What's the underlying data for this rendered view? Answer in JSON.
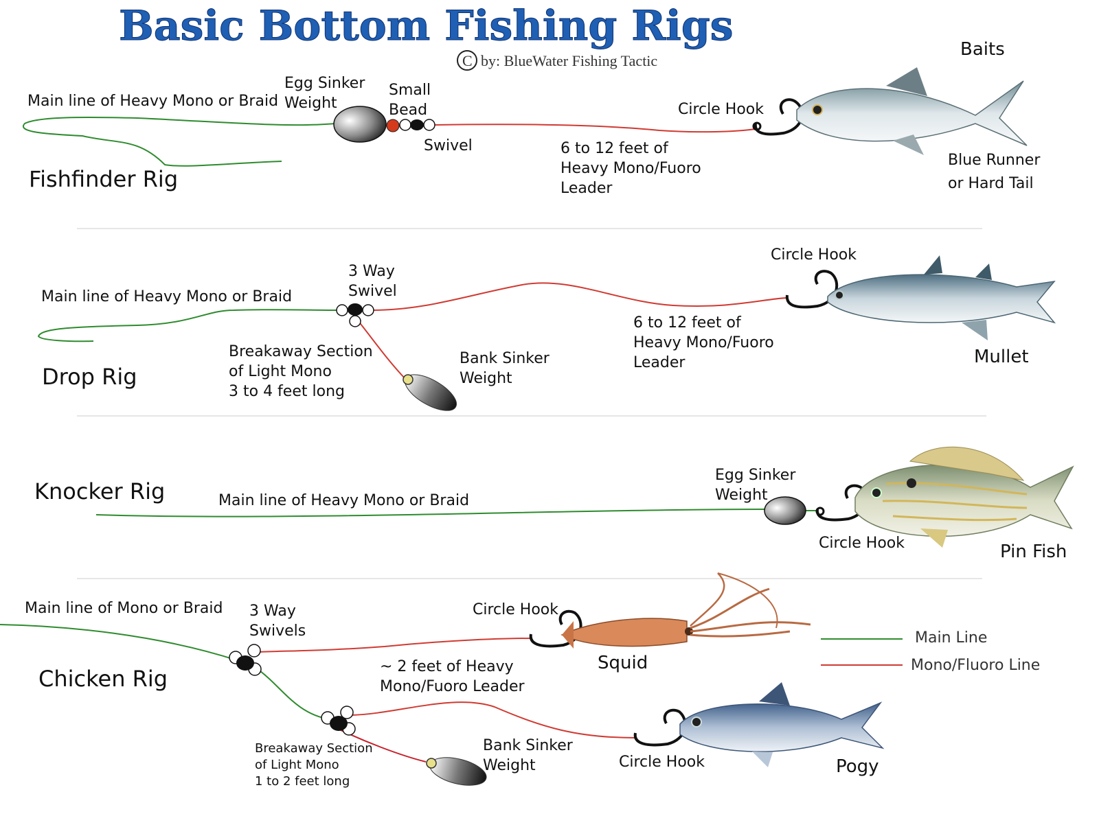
{
  "title": "Basic Bottom Fishing Rigs",
  "credit": {
    "symbol": "C",
    "text": "by: BlueWater Fishing Tactic"
  },
  "baits_header": "Baits",
  "colors": {
    "main_line": "#2e8b2e",
    "mono_line": "#d03a32",
    "title": "#1f5fb4",
    "bead": "#d53a1d"
  },
  "fishfinder": {
    "name": "Fishfinder Rig",
    "main_line": "Main line of Heavy Mono or Braid",
    "sinker": [
      "Egg Sinker",
      "Weight"
    ],
    "bead": [
      "Small",
      "Bead"
    ],
    "swivel": "Swivel",
    "hook": "Circle Hook",
    "leader": [
      "6 to 12 feet of",
      "Heavy Mono/Fuoro",
      "Leader"
    ],
    "bait": [
      "Blue Runner",
      "or Hard Tail"
    ]
  },
  "drop": {
    "name": "Drop Rig",
    "main_line": "Main line of Heavy Mono or Braid",
    "swivel": [
      "3 Way",
      "Swivel"
    ],
    "breakaway": [
      "Breakaway Section",
      "of Light  Mono",
      "3 to 4 feet long"
    ],
    "sinker": [
      "Bank Sinker",
      "Weight"
    ],
    "hook": "Circle Hook",
    "leader": [
      "6 to 12 feet of",
      "Heavy Mono/Fuoro",
      "Leader"
    ],
    "bait": "Mullet"
  },
  "knocker": {
    "name": "Knocker Rig",
    "main_line": "Main line of Heavy Mono or Braid",
    "sinker": [
      "Egg Sinker",
      "Weight"
    ],
    "hook": "Circle Hook",
    "bait": "Pin Fish"
  },
  "chicken": {
    "name": "Chicken Rig",
    "main_line": "Main line of Mono or Braid",
    "swivels": [
      "3 Way",
      "Swivels"
    ],
    "hook_top": "Circle Hook",
    "leader": [
      "~ 2 feet of Heavy",
      "Mono/Fuoro Leader"
    ],
    "bait_top": "Squid",
    "breakaway": [
      "Breakaway Section",
      "of Light  Mono",
      "1 to 2 feet long"
    ],
    "sinker": [
      "Bank Sinker",
      "Weight"
    ],
    "hook_bottom": "Circle Hook",
    "bait_bottom": "Pogy"
  },
  "legend": {
    "main": "Main Line",
    "mono": "Mono/Fluoro Line"
  }
}
